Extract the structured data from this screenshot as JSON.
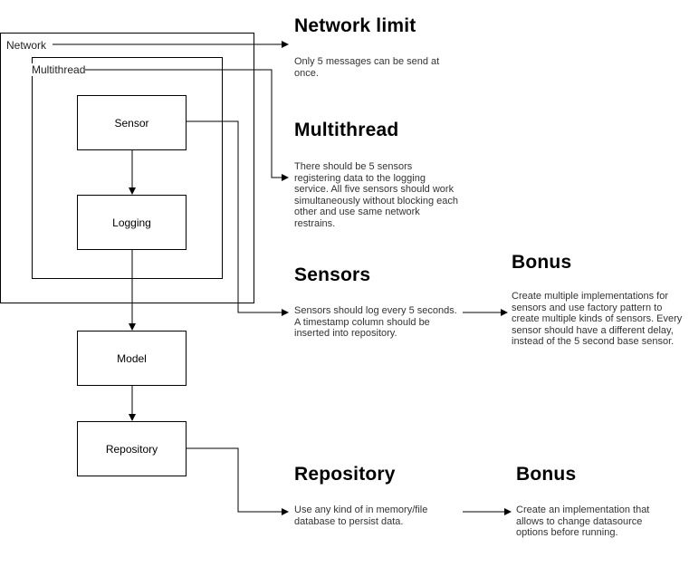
{
  "diagram": {
    "containers": {
      "network": "Network",
      "multithread": "Multithread"
    },
    "nodes": {
      "sensor": "Sensor",
      "logging": "Logging",
      "model": "Model",
      "repository": "Repository"
    },
    "notes": {
      "network_limit": {
        "title": "Network limit",
        "text": "Only 5 messages can be send at once."
      },
      "multithread": {
        "title": "Multithread",
        "text": "There should be 5 sensors registering data to the logging service. All five sensors should work simultaneously without blocking each other and use same network restrains."
      },
      "sensors": {
        "title": "Sensors",
        "text": "Sensors should log every 5 seconds. A timestamp column should be inserted into repository."
      },
      "sensors_bonus": {
        "title": "Bonus",
        "text": "Create multiple implementations for sensors and use factory pattern to create multiple kinds of sensors. Every sensor should have a different delay, instead of the 5 second base sensor."
      },
      "repository": {
        "title": "Repository",
        "text": "Use any kind of in memory/file database to persist data."
      },
      "repository_bonus": {
        "title": "Bonus",
        "text": "Create an implementation that allows to change datasource options before running."
      }
    }
  }
}
